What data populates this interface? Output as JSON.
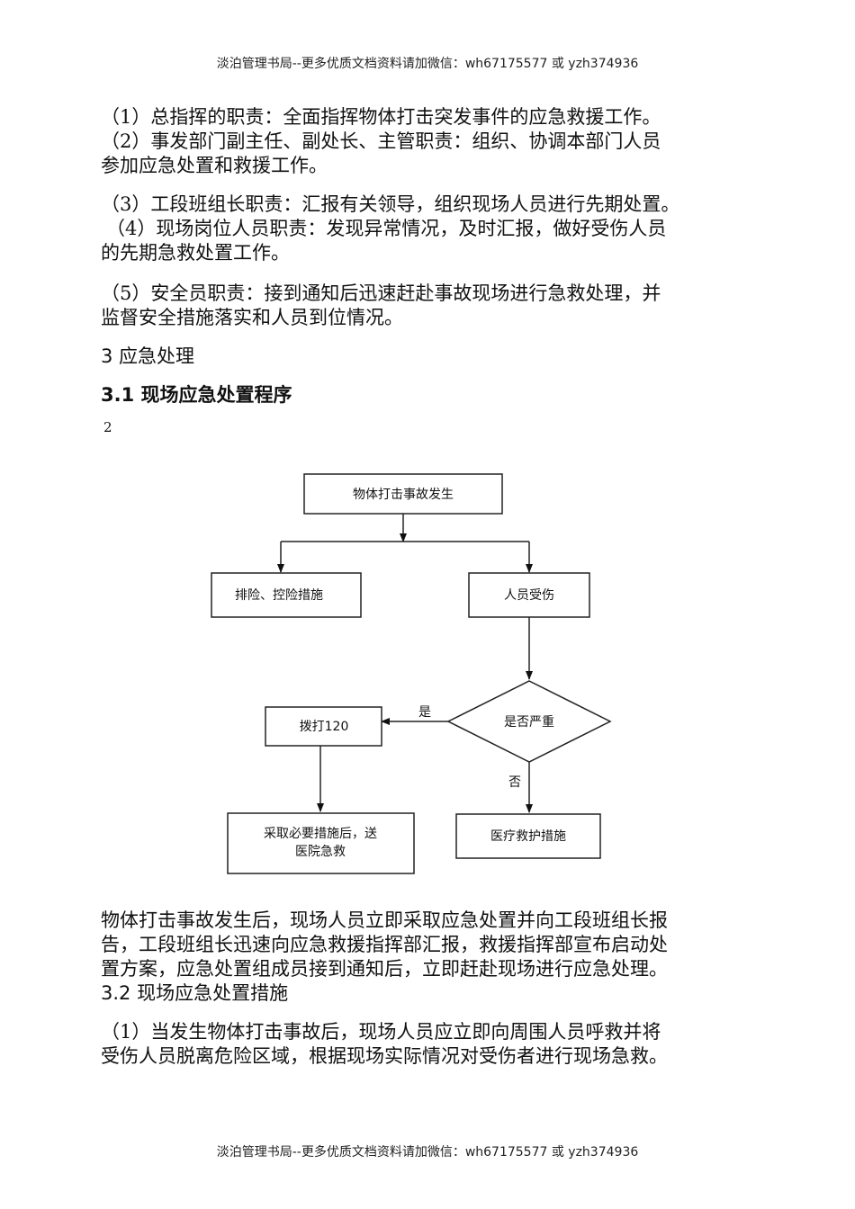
{
  "header": {
    "text": "淡泊管理书局--更多优质文档资料请加微信：wh67175577 或 yzh374936"
  },
  "footer": {
    "text": "淡泊管理书局--更多优质文档资料请加微信：wh67175577 或 yzh374936"
  },
  "duties": {
    "p1": "（1）总指挥的职责：全面指挥物体打击突发事件的应急救援工作。",
    "p2a": "（2）事发部门副主任、副处长、主管职责：组织、协调本部门人员",
    "p2b": "参加应急处置和救援工作。",
    "p3": "（3）工段班组长职责：汇报有关领导，组织现场人员进行先期处置。",
    "p4a": "（4）现场岗位人员职责：发现异常情况，及时汇报，做好受伤人员",
    "p4b": "的先期急救处置工作。",
    "p5a": "（5）安全员职责：接到通知后迅速赶赴事故现场进行急救处理，并",
    "p5b": "监督安全措施落实和人员到位情况。"
  },
  "section3": {
    "title": "3 应急处理"
  },
  "section31": {
    "title": "3.1 现场应急处置程序"
  },
  "page_mark": "2",
  "flowchart": {
    "start": "物体打击事故发生",
    "left_branch": "排险、控险措施",
    "right_branch": "人员受伤",
    "decision": "是否严重",
    "yes_label": "是",
    "no_label": "否",
    "call": "拨打120",
    "send_line1": "采取必要措施后，送",
    "send_line2": "医院急救",
    "treat": "医疗救护措施"
  },
  "after_flow": {
    "l1": "物体打击事故发生后，现场人员立即采取应急处置并向工段班组长报",
    "l2": "告，工段班组长迅速向应急救援指挥部汇报，救援指挥部宣布启动处",
    "l3": "置方案，应急处置组成员接到通知后，立即赶赴现场进行应急处理。"
  },
  "section32": {
    "title": "3.2 现场应急处置措施"
  },
  "measures": {
    "l1": "（1）当发生物体打击事故后，现场人员应立即向周围人员呼救并将",
    "l2": "受伤人员脱离危险区域，根据现场实际情况对受伤者进行现场急救。"
  }
}
